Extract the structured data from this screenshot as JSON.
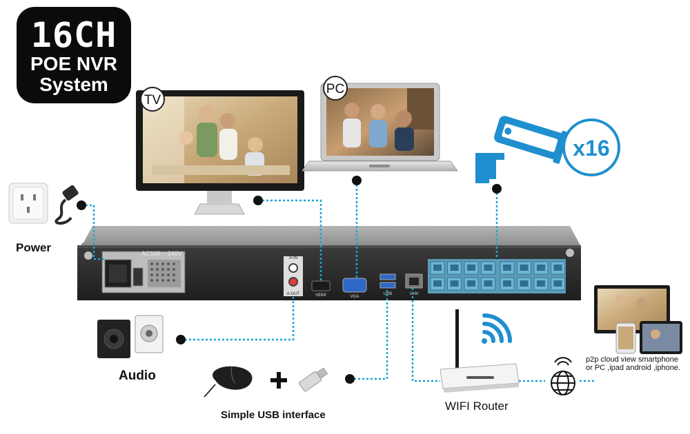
{
  "badge": {
    "line1": "16CH",
    "line2": "POE NVR",
    "line3": "System"
  },
  "labels": {
    "tv": "TV",
    "pc": "PC",
    "power": "Power",
    "audio": "Audio",
    "usb": "Simple USB interface",
    "router": "WIFI Router",
    "camera_count": "x16",
    "p2p_line1": "p2p cloud view smartphone",
    "p2p_line2": "or PC ,ipad android ,iphone."
  },
  "device_panel": {
    "ac_label": "AC100 ~ 240V",
    "audio_in": "A-IN",
    "audio_out": "A-OUT",
    "hdmi": "HDMI",
    "vga": "VGA",
    "usb": "USB",
    "lan": "LAN",
    "poe_port_count": 16
  },
  "colors": {
    "connector": "#1aa3d9",
    "camera_blue": "#1f8fcf",
    "poe_port": "#6db6d6",
    "nvr_body": "#9a9a9a",
    "badge_bg": "#0b0b0b"
  },
  "icons": [
    "camera-icon",
    "wifi-icon",
    "globe-icon",
    "plus-icon",
    "tv-icon",
    "laptop-icon",
    "speaker-icon",
    "mouse-icon",
    "usb-drive-icon",
    "power-outlet-icon",
    "router-icon",
    "phone-icon"
  ]
}
